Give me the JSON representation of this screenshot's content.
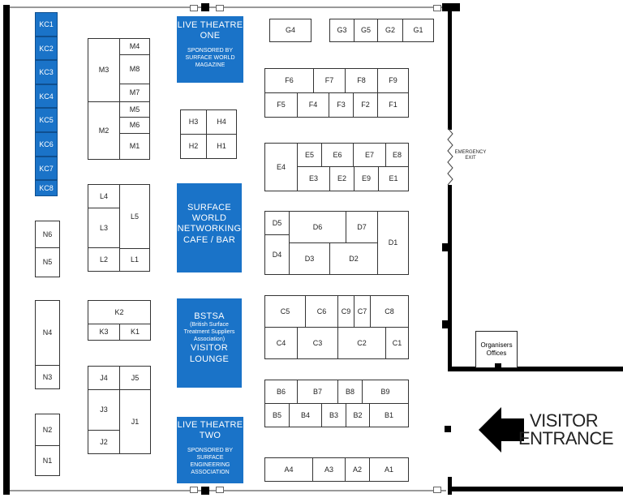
{
  "kc": [
    "KC1",
    "KC2",
    "KC3",
    "KC4",
    "KC5",
    "KC6",
    "KC7",
    "KC8"
  ],
  "features": {
    "theatre_one": {
      "title_1": "LIVE THEATRE",
      "title_2": "ONE",
      "sponsor_1": "SPONSORED BY",
      "sponsor_2": "SURFACE WORLD",
      "sponsor_3": "MAGAZINE"
    },
    "cafe": {
      "l1": "SURFACE",
      "l2": "WORLD",
      "l3": "NETWORKING",
      "l4": "CAFE / BAR"
    },
    "bstsa": {
      "l1": "BSTSA",
      "s1": "(British Surface",
      "s2": "Treatment Suppliers",
      "s3": "Association)",
      "l2": "VISITOR",
      "l3": "LOUNGE"
    },
    "theatre_two": {
      "title_1": "LIVE THEATRE",
      "title_2": "TWO",
      "sponsor_1": "SPONSORED BY",
      "sponsor_2": "SURFACE ENGINEERING",
      "sponsor_3": "ASSOCIATION"
    }
  },
  "stands": {
    "G4": "G4",
    "G3": "G3",
    "G5": "G5",
    "G2": "G2",
    "G1": "G1",
    "F6": "F6",
    "F7": "F7",
    "F8": "F8",
    "F9": "F9",
    "F5": "F5",
    "F4": "F4",
    "F3": "F3",
    "F2": "F2",
    "F1": "F1",
    "E4": "E4",
    "E5": "E5",
    "E6": "E6",
    "E7": "E7",
    "E8": "E8",
    "E3": "E3",
    "E2": "E2",
    "E9": "E9",
    "E1": "E1",
    "D5": "D5",
    "D6": "D6",
    "D7": "D7",
    "D4": "D4",
    "D3": "D3",
    "D2": "D2",
    "D1": "D1",
    "C5": "C5",
    "C6": "C6",
    "C9": "C9",
    "C7": "C7",
    "C8": "C8",
    "C4": "C4",
    "C3": "C3",
    "C2": "C2",
    "C1": "C1",
    "B6": "B6",
    "B7": "B7",
    "B8": "B8",
    "B9": "B9",
    "B5": "B5",
    "B4": "B4",
    "B3": "B3",
    "B2": "B2",
    "B1": "B1",
    "A4": "A4",
    "A3": "A3",
    "A2": "A2",
    "A1": "A1",
    "M3": "M3",
    "M4": "M4",
    "M8": "M8",
    "M7": "M7",
    "M5": "M5",
    "M2": "M2",
    "M6": "M6",
    "M1": "M1",
    "H3": "H3",
    "H4": "H4",
    "H2": "H2",
    "H1": "H1",
    "L4": "L4",
    "L3": "L3",
    "L5": "L5",
    "L2": "L2",
    "L1": "L1",
    "K2": "K2",
    "K3": "K3",
    "K1": "K1",
    "J4": "J4",
    "J5": "J5",
    "J3": "J3",
    "J1": "J1",
    "J2": "J2",
    "N6": "N6",
    "N5": "N5",
    "N4": "N4",
    "N3": "N3",
    "N2": "N2",
    "N1": "N1"
  },
  "labels": {
    "emergency_1": "EMERGENCY",
    "emergency_2": "EXIT",
    "organisers_1": "Organisers",
    "organisers_2": "Offices",
    "visitor_1": "VISITOR",
    "visitor_2": "ENTRANCE"
  }
}
